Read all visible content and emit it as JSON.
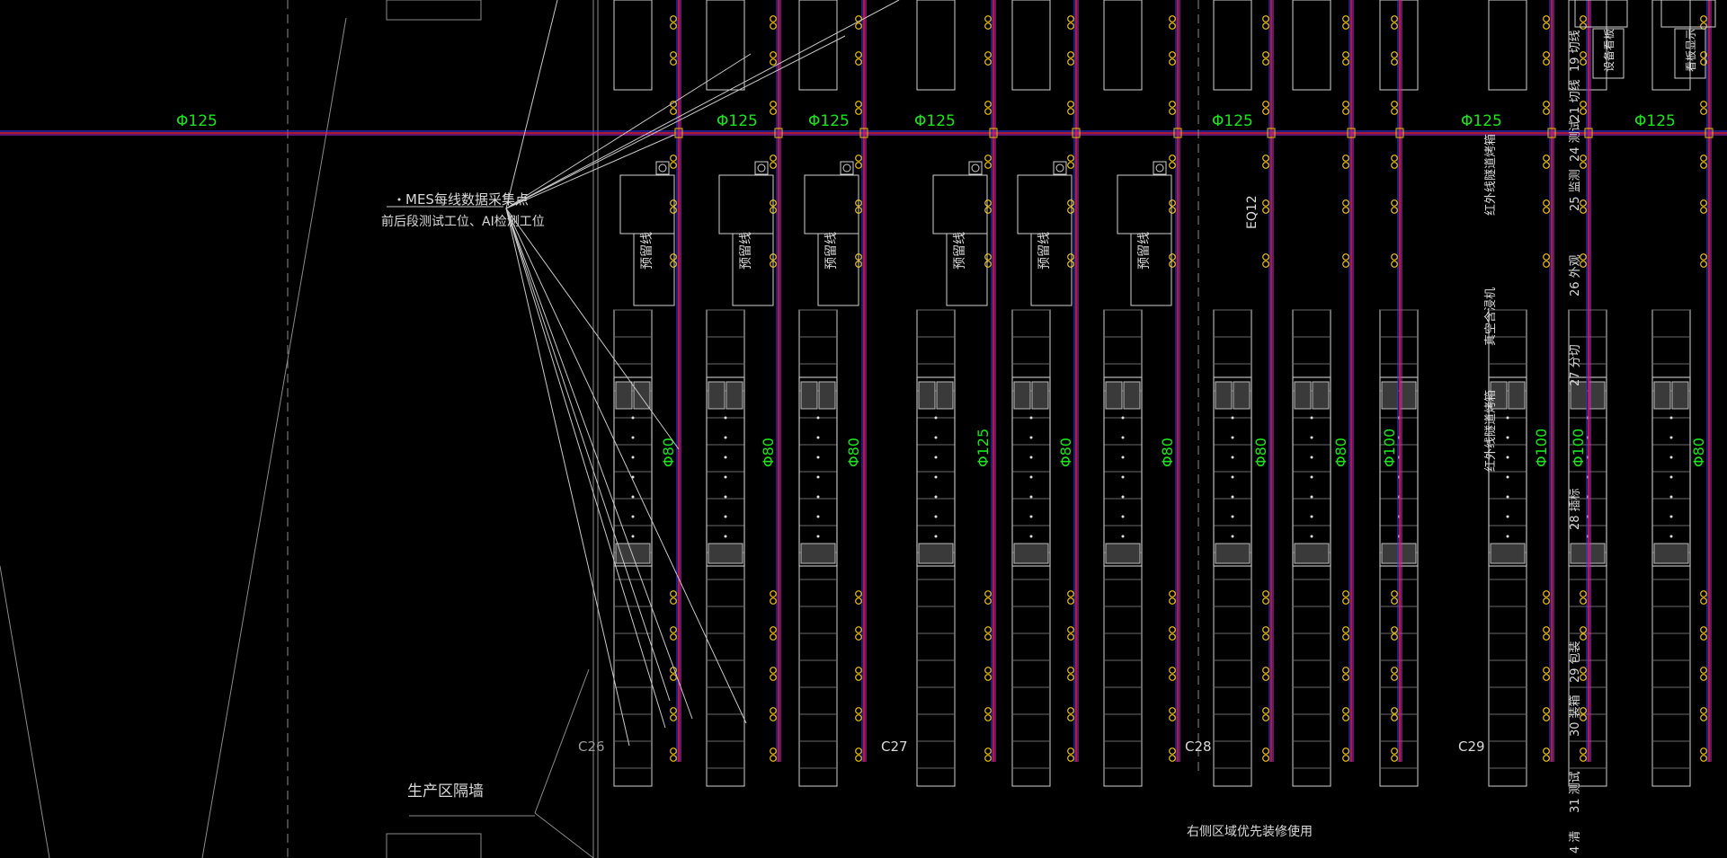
{
  "colors": {
    "background": "#000000",
    "pipe_red": "#e0204a",
    "pipe_magenta": "#c22bd6",
    "pipe_blue": "#3b3bff",
    "node_yellow": "#f0c000",
    "label_green": "#19e619",
    "outline_white": "#d0d0d0",
    "guide_grey": "#8a8a8a"
  },
  "main_pipe_labels": [
    "Φ125",
    "Φ125",
    "Φ125",
    "Φ125",
    "Φ125",
    "Φ125",
    "Φ125"
  ],
  "branch_pipe_labels": [
    "Φ80",
    "Φ80",
    "Φ80",
    "Φ125",
    "Φ80",
    "Φ80",
    "Φ80",
    "Φ80",
    "Φ100",
    "Φ100",
    "Φ100",
    "Φ80"
  ],
  "callout": {
    "line1": "MES每线数据采集点",
    "line2": "前后段测试工位、AI检测工位"
  },
  "column_labels": [
    "C26",
    "C27",
    "C28",
    "C29"
  ],
  "wall_label": "生产区隔墙",
  "bottom_note": "右侧区域优先装修使用",
  "station_labels": [
    "预留线\n0",
    "预留线",
    "预留线\n0",
    "预留线\n0",
    "预留线\n0",
    "预留线\n0"
  ],
  "equipment_labels": {
    "eq12": "EQ12",
    "ir_tunnel_1": "红外线隧道烤箱",
    "vacuum": "真空含浸机",
    "ir_tunnel_2": "红外线隧道烤箱"
  },
  "right_stations": [
    "19 切线",
    "21 切线",
    "24 测试",
    "25 监测",
    "26 外观",
    "27 分切",
    "28 插标",
    "29 包装",
    "30 装箱",
    "31 测试",
    "4 清"
  ],
  "right_panels": [
    "设备看板",
    "看板显示"
  ]
}
